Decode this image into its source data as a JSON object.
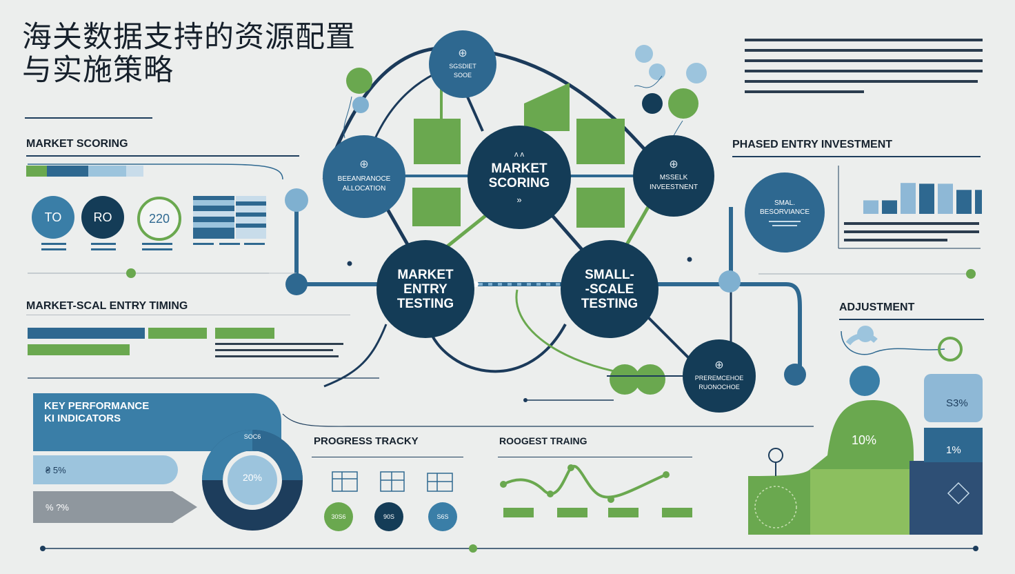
{
  "title": {
    "line1": "海关数据支持的资源配置",
    "line2": "与实施策略"
  },
  "colors": {
    "navy": "#143c57",
    "blue": "#2f6f9a",
    "lightblue": "#6fa3c8",
    "green": "#6aa84f",
    "lightgreen": "#8cbf5f",
    "background": "#eceeed"
  },
  "left": {
    "market_scoring": {
      "heading": "MARKET SCORING",
      "badges": [
        {
          "label": "TO",
          "style": "blue"
        },
        {
          "label": "RO",
          "style": "navy"
        },
        {
          "label": "220",
          "style": "green-ring"
        }
      ]
    },
    "entry_timing": {
      "heading": "MARKET-SCAL ENTRY TIMING"
    },
    "kpi": {
      "heading_line1": "KEY PERFORMANCE",
      "heading_line2": "KI INDICATORS",
      "band_values": [
        "₴ 5%",
        "% ?%"
      ],
      "donut_label": "20%",
      "donut_top_label": "SOC6"
    }
  },
  "center": {
    "nodes": {
      "market_scoring": {
        "line1": "MARKET",
        "line2": "SCORING",
        "top_glyph": "ᴧ ᴧ",
        "bottom_glyph": "»"
      },
      "market_entry_testing": {
        "line1": "MARKET",
        "line2": "ENTRY",
        "line3": "TESTING"
      },
      "small_scale_testing": {
        "line1": "SMALL-",
        "line2": "-SCALE",
        "line3": "TESTING"
      },
      "resource_allocation": {
        "line1": "BEEANRANOCE",
        "line2": "ALLOCATION",
        "icon": "globe-icon"
      },
      "top_node": {
        "line1": "SGSDIET",
        "line2": "SOOE",
        "icon": "globe-icon"
      },
      "mid_right": {
        "line1": "MSSELK",
        "line2": "INVEESTNENT",
        "icon": "globe-icon"
      },
      "bottom_right": {
        "line1": "PREREMCEHOE",
        "line2": "RUONOCHOE",
        "icon": "globe-icon"
      }
    },
    "progress": {
      "heading": "PROGRESS TRACKY",
      "circle_labels": [
        "30S6",
        "90S",
        "S6S"
      ]
    },
    "roogest": {
      "heading": "ROOGEST TRAING"
    }
  },
  "right": {
    "phased": {
      "heading": "PHASED ENTRY INVESTMENT",
      "circle_line1": "SMAL.",
      "circle_line2": "BESORVIANCE",
      "chart_bars": [
        0.35,
        0.35,
        0.8,
        0.78,
        0.78,
        0.62,
        0.62
      ]
    },
    "adjustment": {
      "heading": "ADJUSTMENT",
      "values": [
        "10%",
        "S3%",
        "1%"
      ]
    }
  }
}
